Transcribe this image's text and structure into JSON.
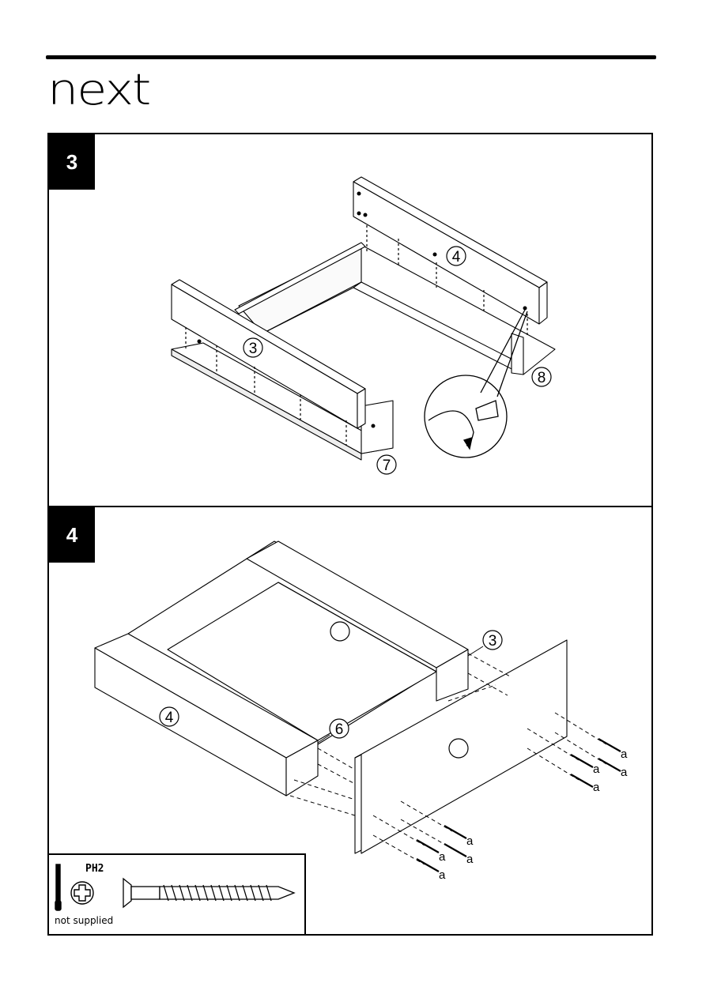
{
  "brand": {
    "logo_text": "next"
  },
  "steps": [
    {
      "number": "3",
      "callouts": [
        "4",
        "3",
        "8",
        "7"
      ]
    },
    {
      "number": "4",
      "callouts": [
        "3",
        "4",
        "6"
      ],
      "fastener_label": "a"
    }
  ],
  "legend": {
    "bit_label": "PH2",
    "tool_note": "not supplied"
  }
}
